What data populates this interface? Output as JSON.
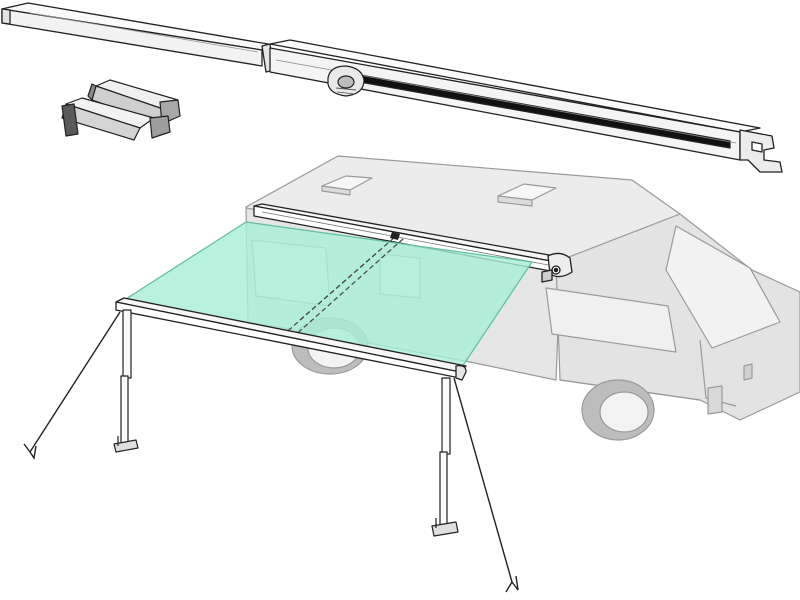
{
  "diagram": {
    "kind": "awning-installation-exploded-view",
    "labels": [],
    "colors": {
      "fabric": "#a8efd8",
      "fabric_outline": "#5fbf9f",
      "vehicle": "#e6e6e6",
      "vehicle_line": "#9a9a9a",
      "rail": "#f7f7f7",
      "line": "#222222",
      "tire": "#bdbdbd"
    },
    "parts": {
      "mounting_rail": "mounting-rail",
      "clip": "rail-clip",
      "brackets": "mounting-brackets",
      "vehicle": "camper-van",
      "awning_case": "awning-cassette",
      "fabric": "awning-fabric",
      "legs": "support-legs",
      "tie_downs": "tie-down-ropes"
    }
  }
}
